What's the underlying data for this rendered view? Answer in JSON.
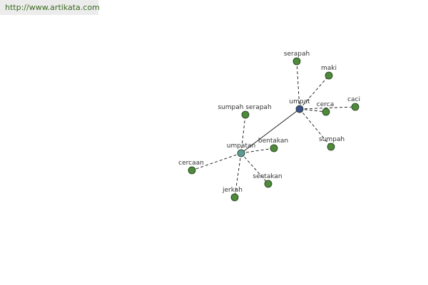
{
  "site": {
    "url": "http://www.artikata.com"
  },
  "graph": {
    "nodes": [
      {
        "id": "umpat",
        "label": "umpat",
        "kind": "hub-primary",
        "color": "#3b4f8f"
      },
      {
        "id": "umpatan",
        "label": "umpatan",
        "kind": "hub-secondary",
        "color": "#5e9a9a"
      },
      {
        "id": "serapah",
        "label": "serapah",
        "kind": "leaf",
        "color": "#4f8a3c"
      },
      {
        "id": "maki",
        "label": "maki",
        "kind": "leaf",
        "color": "#4f8a3c"
      },
      {
        "id": "cerca",
        "label": "cerca",
        "kind": "leaf",
        "color": "#4f8a3c"
      },
      {
        "id": "caci",
        "label": "caci",
        "kind": "leaf",
        "color": "#4f8a3c"
      },
      {
        "id": "sumpah",
        "label": "sumpah",
        "kind": "leaf",
        "color": "#4f8a3c"
      },
      {
        "id": "sumpah-serapah",
        "label": "sumpah serapah",
        "kind": "leaf",
        "color": "#4f8a3c"
      },
      {
        "id": "bentakan",
        "label": "bentakan",
        "kind": "leaf",
        "color": "#4f8a3c"
      },
      {
        "id": "cercaan",
        "label": "cercaan",
        "kind": "leaf",
        "color": "#4f8a3c"
      },
      {
        "id": "sentakan",
        "label": "sentakan",
        "kind": "leaf",
        "color": "#4f8a3c"
      },
      {
        "id": "jerkah",
        "label": "jerkah",
        "kind": "leaf",
        "color": "#4f8a3c"
      }
    ],
    "edges": [
      {
        "from": "umpat",
        "to": "umpatan",
        "style": "solid"
      },
      {
        "from": "umpat",
        "to": "serapah",
        "style": "dashed"
      },
      {
        "from": "umpat",
        "to": "maki",
        "style": "dashed"
      },
      {
        "from": "umpat",
        "to": "cerca",
        "style": "dashed"
      },
      {
        "from": "umpat",
        "to": "caci",
        "style": "dashed"
      },
      {
        "from": "umpat",
        "to": "sumpah",
        "style": "dashed"
      },
      {
        "from": "umpatan",
        "to": "sumpah-serapah",
        "style": "dashed"
      },
      {
        "from": "umpatan",
        "to": "bentakan",
        "style": "dashed"
      },
      {
        "from": "umpatan",
        "to": "cercaan",
        "style": "dashed"
      },
      {
        "from": "umpatan",
        "to": "sentakan",
        "style": "dashed"
      },
      {
        "from": "umpatan",
        "to": "jerkah",
        "style": "dashed"
      }
    ]
  },
  "colors": {
    "node_outline": "#1f3a14",
    "edge": "#111111",
    "label": "#333333",
    "url_text": "#3a6a1f",
    "url_background": "#ececec"
  }
}
